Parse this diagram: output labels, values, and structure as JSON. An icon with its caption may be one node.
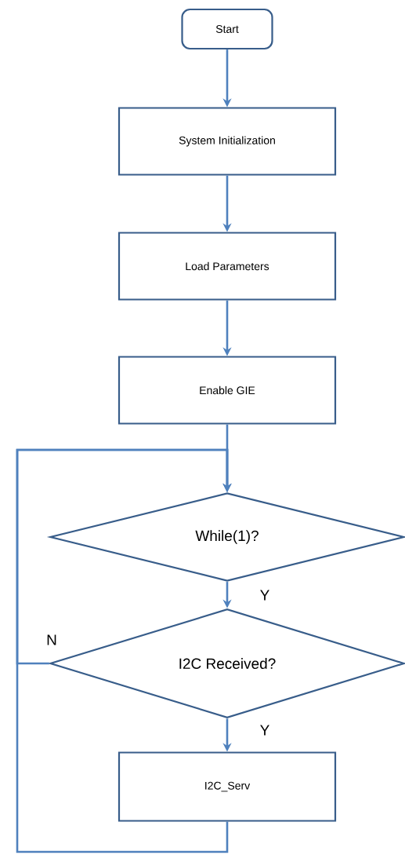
{
  "diagram": {
    "nodes": [
      {
        "text": [
          "Start"
        ]
      },
      {
        "text": [
          "System Initialization"
        ]
      },
      {
        "text": [
          "Load Parameters"
        ]
      },
      {
        "text": [
          "Enable GIE"
        ]
      },
      {
        "text": [
          "While(1)?"
        ]
      },
      {
        "text": [
          "I2C Received?"
        ]
      },
      {
        "text": [
          "I2C_Serv"
        ]
      }
    ],
    "edges": [
      {
        "from": 0,
        "to": 1,
        "arrow": "to"
      },
      {
        "from": 1,
        "to": 2,
        "arrow": "to"
      },
      {
        "from": 2,
        "to": 3,
        "arrow": "to"
      },
      {
        "from": 3,
        "to": 4,
        "arrow": "to"
      },
      {
        "from": 4,
        "to": 5,
        "arrow": "to",
        "label": "Y"
      },
      {
        "from": 5,
        "to": 6,
        "arrow": "to",
        "label": "Y"
      },
      {
        "from": 5,
        "to": 4,
        "arrow": "to",
        "label": "N"
      },
      {
        "from": 6,
        "to": 4,
        "arrow": "to"
      }
    ]
  }
}
